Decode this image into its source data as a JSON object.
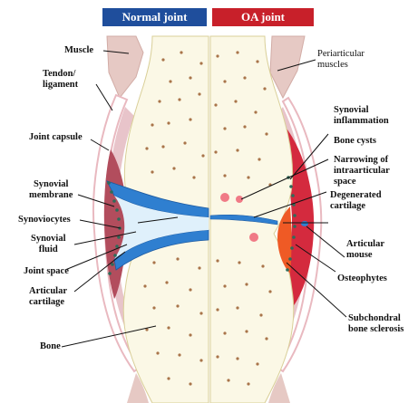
{
  "headers": {
    "normal": "Normal joint",
    "oa": "OA joint"
  },
  "left_labels": {
    "muscle": "Muscle",
    "tendon1": "Tendon/",
    "tendon2": "ligament",
    "capsule": "Joint capsule",
    "synmem1": "Synovial",
    "synmem2": "membrane",
    "synoviocytes": "Synoviocytes",
    "synfluid1": "Synovial",
    "synfluid2": "fluid",
    "space": "Joint space",
    "cart1": "Articular",
    "cart2": "cartilage",
    "bone": "Bone"
  },
  "right_labels": {
    "peri1": "Periarticular",
    "peri2": "muscles",
    "infl1": "Synovial",
    "infl2": "inflammation",
    "cysts": "Bone cysts",
    "narrow1": "Narrowing of",
    "narrow2": "intraarticular",
    "narrow3": "space",
    "degen1": "Degenerated",
    "degen2": "cartilage",
    "mouse1": "Articular",
    "mouse2": "mouse",
    "osteo": "Osteophytes",
    "scler1": "Subchondral",
    "scler2": "bone sclerosis"
  },
  "colors": {
    "normal_header": "#1f4e9c",
    "oa_header": "#c8202a",
    "bone": "#fbf8e6",
    "cartilage": "#2f7fd0",
    "synovium": "#b24d5d",
    "inflamed_synovium": "#e2223b",
    "muscle": "#e6c9c4"
  }
}
